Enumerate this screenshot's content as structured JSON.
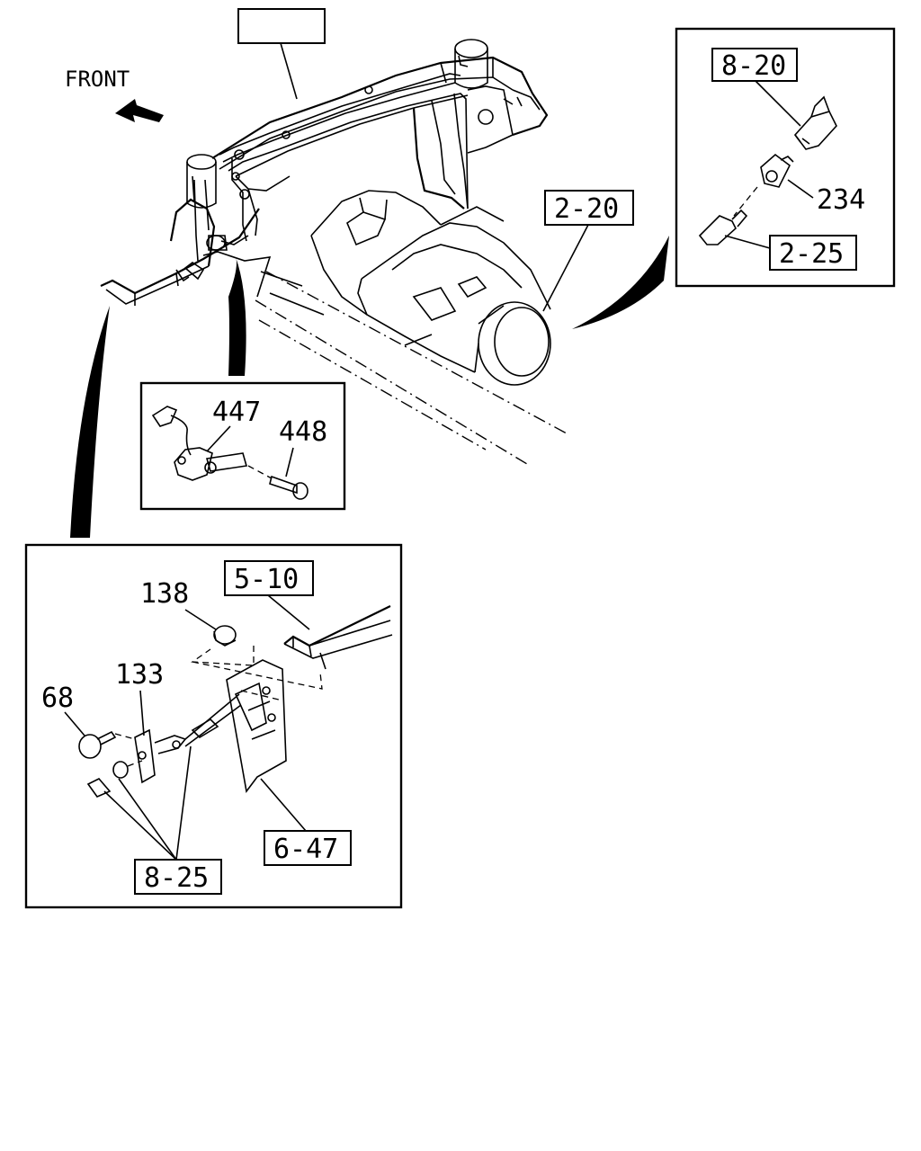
{
  "front_label": "FRONT",
  "refs": {
    "frame_main": "5-10",
    "frame_detail": "5-10",
    "transmission": "2-20",
    "harness_top": "8-20",
    "harness_inset": "2-25",
    "bracket": "6-47",
    "harness_lower": "8-25"
  },
  "parts": {
    "p447": "447",
    "p448": "448",
    "p234": "234",
    "p138": "138",
    "p133": "133",
    "p68": "68"
  }
}
